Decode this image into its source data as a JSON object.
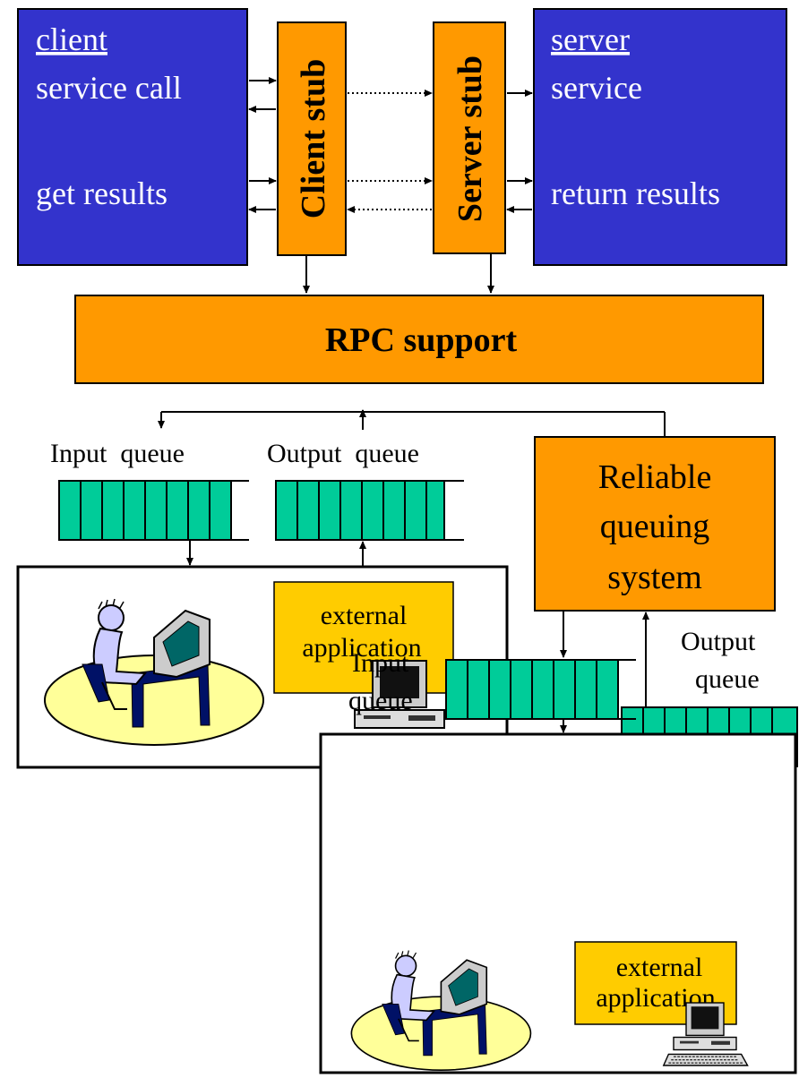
{
  "client": {
    "title": "client",
    "line1": "service call",
    "line2": "get results"
  },
  "server": {
    "title": "server",
    "line1": "service",
    "line2": "return results"
  },
  "client_stub": "Client stub",
  "server_stub": "Server stub",
  "rpc_support": "RPC support",
  "reliable": {
    "line1": "Reliable",
    "line2": "queuing",
    "line3": "system"
  },
  "upper_queues": {
    "input": "Input  queue",
    "output": "Output  queue"
  },
  "right_output": {
    "line1": "Output",
    "line2": "queue"
  },
  "lower_input": {
    "line1": "Input",
    "line2": "queue"
  },
  "ext_app": {
    "line1": "external",
    "line2": "application"
  },
  "colors": {
    "blue": "#3333cc",
    "orange": "#ff9900",
    "yellow": "#ffcc00",
    "queue": "#00cc99"
  },
  "icons": [
    "user-at-computer-icon",
    "desktop-computer-icon"
  ]
}
